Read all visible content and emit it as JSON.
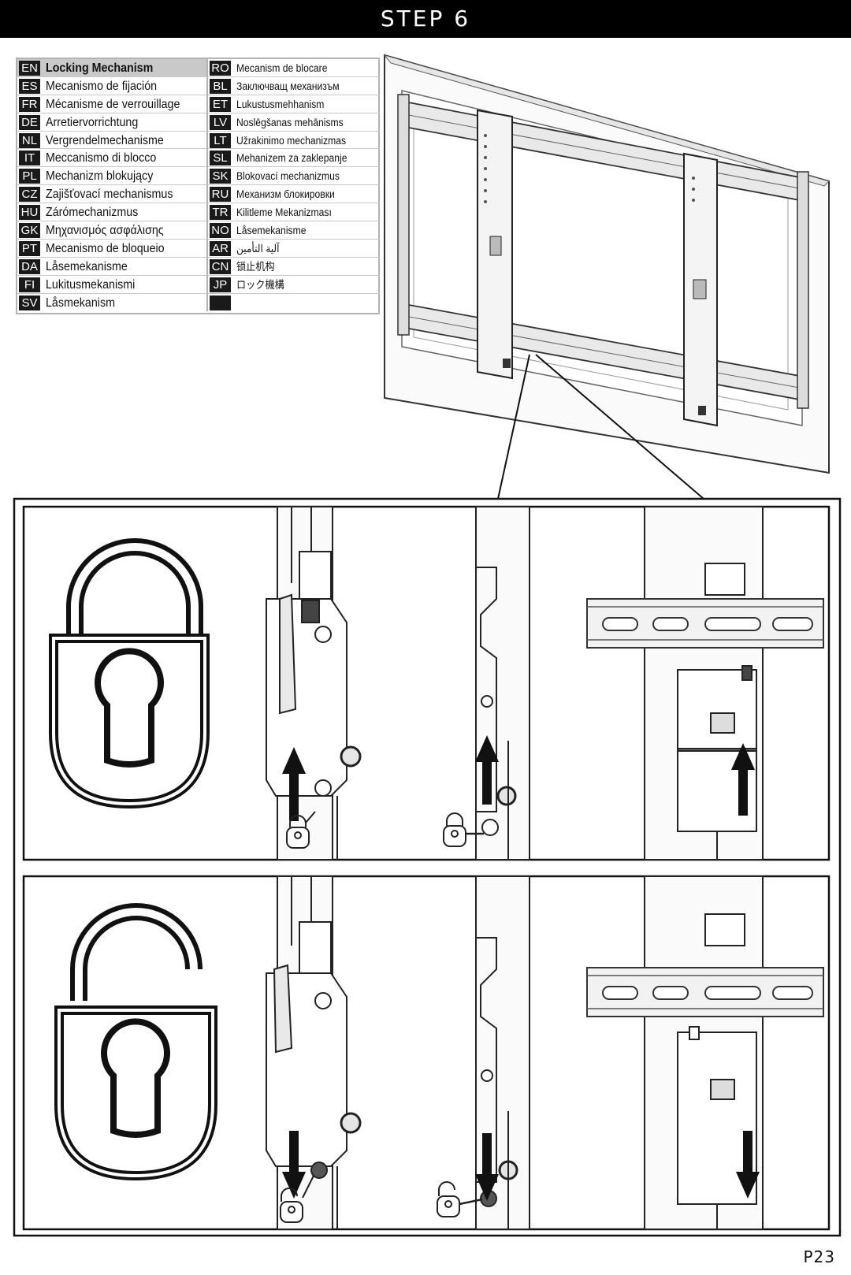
{
  "header": {
    "step_title": "STEP 6"
  },
  "languages": {
    "left": [
      {
        "code": "EN",
        "label": "Locking Mechanism",
        "highlight": true
      },
      {
        "code": "ES",
        "label": "Mecanismo de fijación"
      },
      {
        "code": "FR",
        "label": "Mécanisme de verrouillage"
      },
      {
        "code": "DE",
        "label": "Arretiervorrichtung"
      },
      {
        "code": "NL",
        "label": "Vergrendelmechanisme"
      },
      {
        "code": "IT",
        "label": "Meccanismo di blocco"
      },
      {
        "code": "PL",
        "label": "Mechanizm blokujący"
      },
      {
        "code": "CZ",
        "label": "Zajišťovací mechanismus"
      },
      {
        "code": "HU",
        "label": "Zárómechanizmus"
      },
      {
        "code": "GK",
        "label": "Μηχανισμός ασφάλισης"
      },
      {
        "code": "PT",
        "label": "Mecanismo de bloqueio"
      },
      {
        "code": "DA",
        "label": "Låsemekanisme"
      },
      {
        "code": "FI",
        "label": "Lukitusmekanismi"
      },
      {
        "code": "SV",
        "label": "Låsmekanism"
      }
    ],
    "right": [
      {
        "code": "RO",
        "label": "Mecanism de blocare"
      },
      {
        "code": "BL",
        "label": "Заключващ механизъм"
      },
      {
        "code": "ET",
        "label": "Lukustusmehhanism"
      },
      {
        "code": "LV",
        "label": "Noslēgšanas mehānisms"
      },
      {
        "code": "LT",
        "label": "Užrakinimo mechanizmas"
      },
      {
        "code": "SL",
        "label": "Mehanizem za zaklepanje"
      },
      {
        "code": "SK",
        "label": "Blokovací mechanizmus"
      },
      {
        "code": "RU",
        "label": "Механизм блокировки"
      },
      {
        "code": "TR",
        "label": "Kilitleme Mekanizması"
      },
      {
        "code": "NO",
        "label": "Låsemekanisme"
      },
      {
        "code": "AR",
        "label": "آلية التأمين"
      },
      {
        "code": "CN",
        "label": "锁止机构"
      },
      {
        "code": "JP",
        "label": "ロック機構"
      },
      {
        "code": "",
        "label": ""
      }
    ]
  },
  "figures": {
    "top_panel": {
      "lock_state": "locked",
      "arrow_direction": "up"
    },
    "bottom_panel": {
      "lock_state": "unlocked",
      "arrow_direction": "down"
    }
  },
  "footer": {
    "page_number": "P23"
  }
}
